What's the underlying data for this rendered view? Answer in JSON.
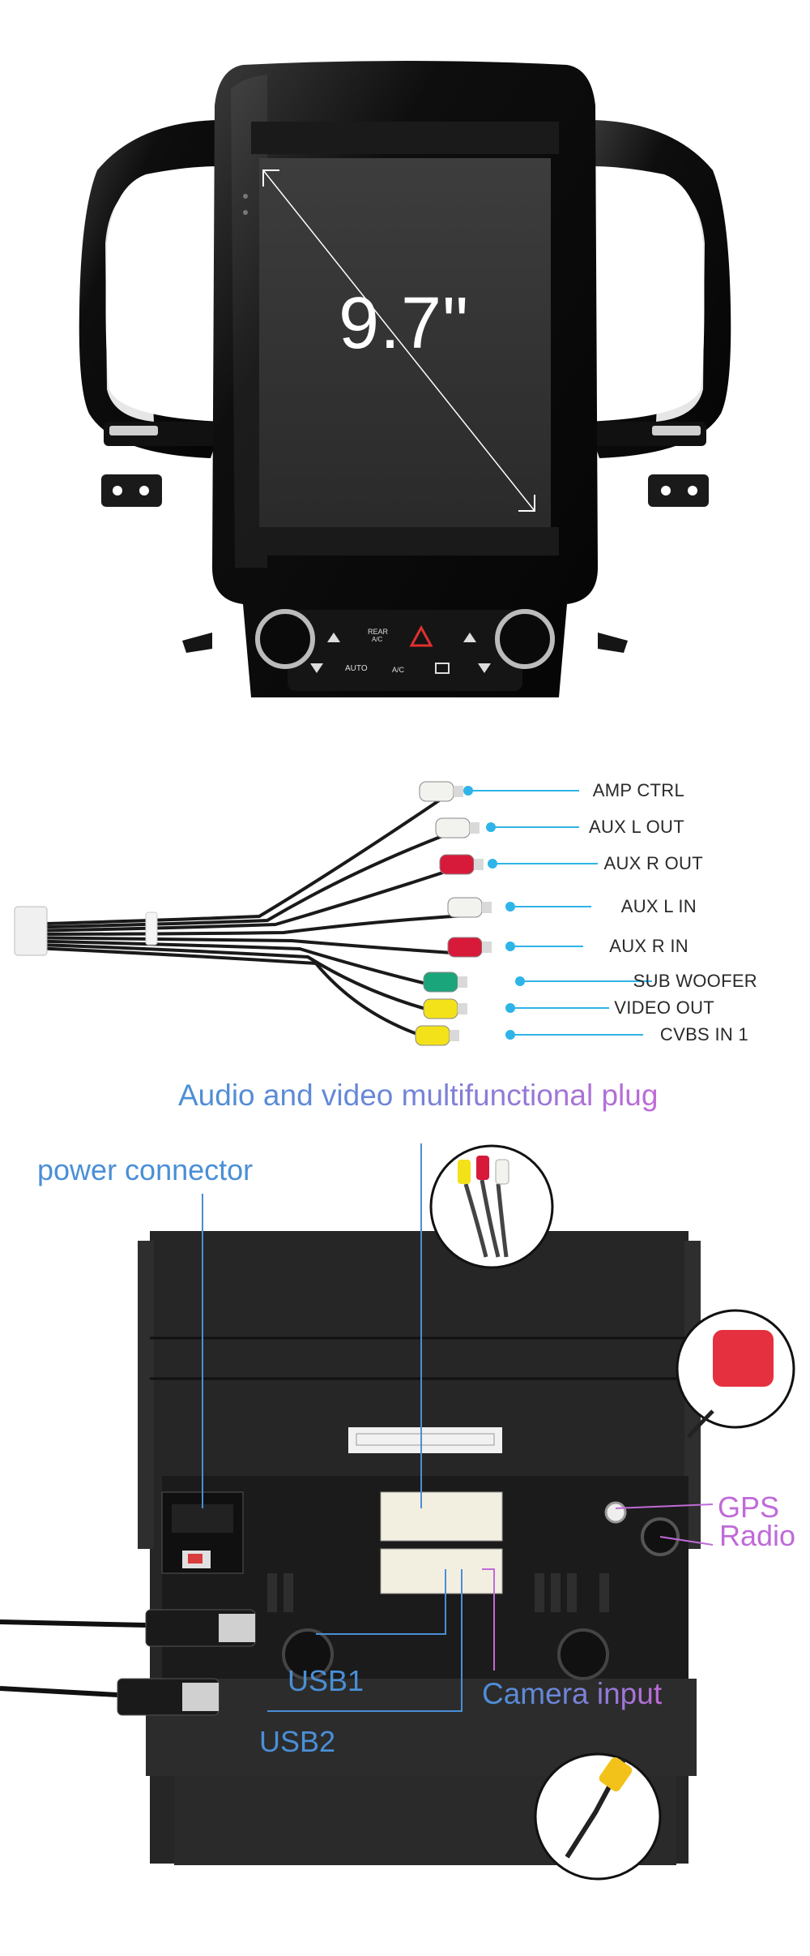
{
  "screen": {
    "size_label": "9.7\"",
    "buttons": {
      "rear_ac_line1": "REAR",
      "rear_ac_line2": "A/C",
      "auto": "AUTO",
      "ac": "A/C"
    }
  },
  "cable": {
    "labels": [
      "AMP CTRL",
      "AUX L OUT",
      "AUX R OUT",
      "AUX L IN",
      "AUX R IN",
      "SUB WOOFER",
      "VIDEO OUT",
      "CVBS IN 1"
    ],
    "plug_colors": [
      "#f2f2ee",
      "#f2f2ee",
      "#d81a3a",
      "#f2f2ee",
      "#d81a3a",
      "#1aa67a",
      "#f3e21a",
      "#f3e21a"
    ],
    "accent": "#2fb4e8"
  },
  "back_panel": {
    "headline": "Audio and video multifunctional plug",
    "power": "power connector",
    "gps": "GPS",
    "radio": "Radio",
    "usb1": "USB1",
    "usb2": "USB2",
    "camera": "Camera input",
    "blue": "#4a8fd6",
    "purple": "#c06ad8"
  }
}
